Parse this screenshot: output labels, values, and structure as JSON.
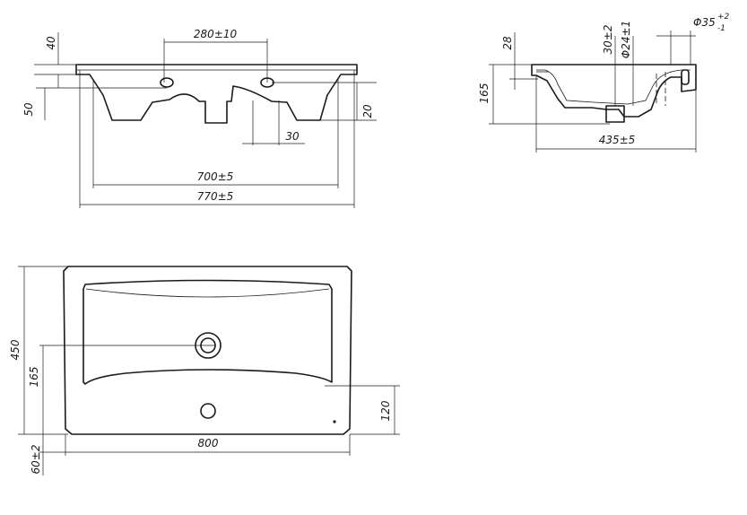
{
  "front_view": {
    "dims": {
      "tap_spacing": "280±10",
      "top_thickness": "40",
      "overall_height": "50",
      "lower_offset": "20",
      "offset_30": "30",
      "inner_width": "700±5",
      "outer_width": "770±5"
    }
  },
  "side_view": {
    "dims": {
      "rim_height": "28",
      "height": "165",
      "depth": "435±5",
      "drain_height": "30±2",
      "drain_diameter": "Φ24±1",
      "overflow_diameter": "Φ35",
      "overflow_tol_upper": "+2",
      "overflow_tol_lower": "-1"
    }
  },
  "top_view": {
    "dims": {
      "depth": "450",
      "drain_offset": "165",
      "tap_offset": "120",
      "width": "800",
      "back_offset": "60±2"
    }
  }
}
